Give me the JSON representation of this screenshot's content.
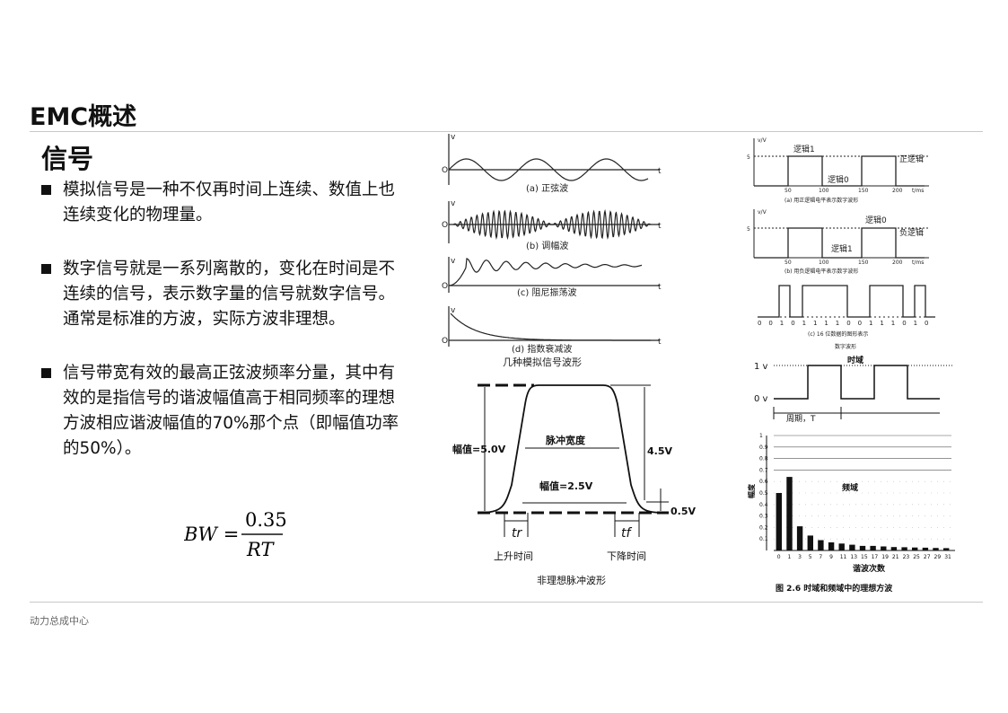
{
  "slide": {
    "title": "EMC概述",
    "subtitle": "信号",
    "footer": "动力总成中心"
  },
  "bullets": [
    {
      "text": "模拟信号是一种不仅再时间上连续、数值上也连续变化的物理量。"
    },
    {
      "text": "数字信号就是一系列离散的，变化在时间是不连续的信号，表示数字量的信号就数字信号。通常是标准的方波，实际方波非理想。"
    },
    {
      "text": "信号带宽有效的最高正弦波频率分量，其中有效的是指信号的谐波幅值高于相同频率的理想方波相应谐波幅值的70%那个点（即幅值功率的50%）。"
    }
  ],
  "formula": {
    "lhs": "BW =",
    "numerator": "0.35",
    "denominator": "RT"
  },
  "analog_fig": {
    "axis_v": "v",
    "axis_t": "t",
    "origin": "O",
    "captions": [
      "(a) 正弦波",
      "(b) 调幅波",
      "(c) 阻尼振荡波",
      "(d) 指数衰减波"
    ],
    "title": "几种模拟信号波形"
  },
  "pulse_fig": {
    "amp_label": "幅值=5.0V",
    "width_label": "脉冲宽度",
    "half_label": "幅值=2.5V",
    "v45": "4.5V",
    "v05": "0.5V",
    "tr": "tr",
    "tf": "tf",
    "rise": "上升时间",
    "fall": "下降时间",
    "title": "非理想脉冲波形"
  },
  "logic_fig": {
    "axis": "v/V",
    "pos_label1": "逻辑1",
    "pos_label0": "逻辑0",
    "pos_name": "正逻辑",
    "neg_label0": "逻辑0",
    "neg_label1": "逻辑1",
    "neg_name": "负逻辑",
    "ticks": [
      "50",
      "100",
      "150",
      "200"
    ],
    "t_unit": "t/ms",
    "y_tick": "5",
    "cap_a": "(a) 用正逻辑电平表示数字波形",
    "cap_b": "(b) 用负逻辑电平表示数字波形",
    "bits": [
      "0",
      "0",
      "1",
      "0",
      "1",
      "1",
      "1",
      "1",
      "0",
      "0",
      "1",
      "1",
      "1",
      "0",
      "1",
      "0"
    ],
    "cap_c1": "(c) 16 位数据的图形表示",
    "cap_c2": "数字波形"
  },
  "timefreq_fig": {
    "time_title": "时域",
    "v1": "1 v",
    "v0": "0 v",
    "period": "周期，T",
    "freq_title": "频域",
    "ylabel": "幅度",
    "xlabel": "谐波次数",
    "caption": "图 2.6   时域和频域中的理想方波"
  },
  "chart_data": {
    "type": "bar",
    "title": "频域",
    "xlabel": "谐波次数",
    "ylabel": "幅度",
    "categories": [
      "0",
      "1",
      "3",
      "5",
      "7",
      "9",
      "11",
      "13",
      "15",
      "17",
      "19",
      "21",
      "23",
      "25",
      "27",
      "29",
      "31"
    ],
    "values": [
      0.5,
      0.64,
      0.21,
      0.13,
      0.09,
      0.07,
      0.06,
      0.05,
      0.04,
      0.04,
      0.035,
      0.03,
      0.028,
      0.026,
      0.024,
      0.022,
      0.02
    ],
    "yticks": [
      "0.1",
      "0.2",
      "0.3",
      "0.4",
      "0.5",
      "0.6",
      "0.7",
      "0.8",
      "0.9",
      "1"
    ],
    "xticks": [
      "0",
      "1",
      "3",
      "5",
      "7",
      "9",
      "11",
      "13",
      "15",
      "17",
      "19",
      "21",
      "23",
      "25",
      "27",
      "29",
      "31"
    ],
    "ylim": [
      0,
      1
    ]
  }
}
